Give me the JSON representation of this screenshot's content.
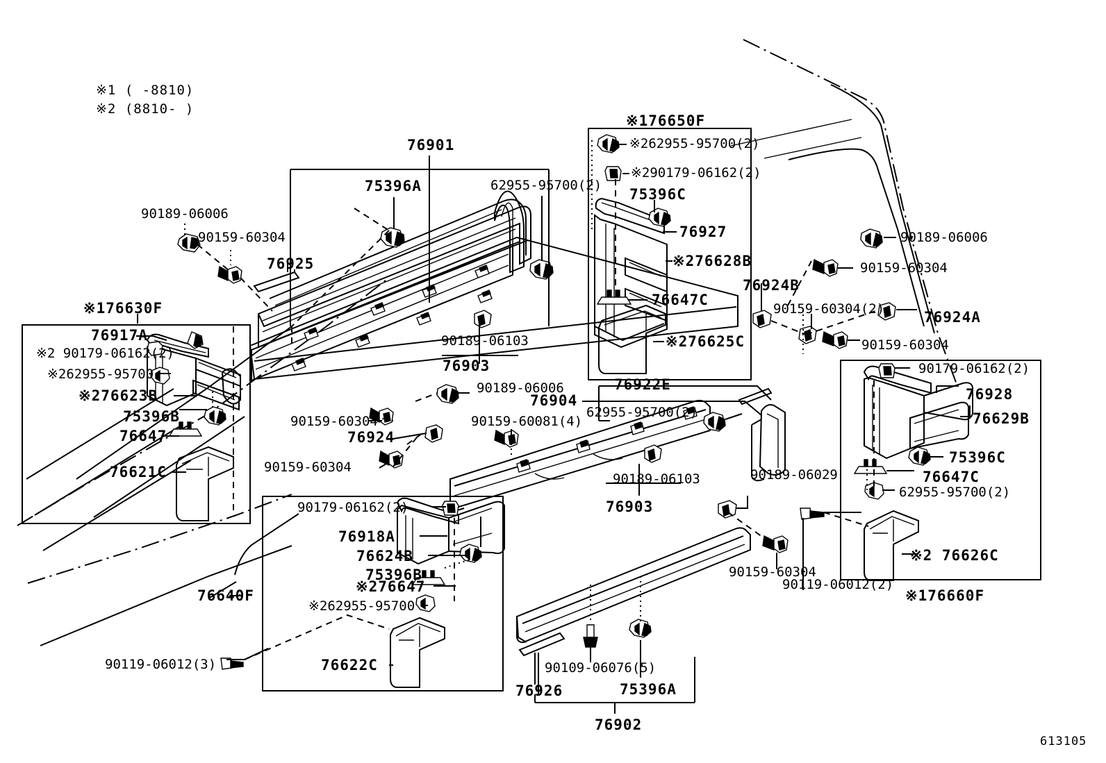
{
  "diagram": {
    "doc_id": "613105",
    "notes": [
      {
        "marker": "※1",
        "text": "(    -8810)"
      },
      {
        "marker": "※2",
        "text": "(8810-     )"
      }
    ]
  },
  "labels": {
    "n90189_06006_a": "90189-06006",
    "n90159_60304_a": "90159-60304",
    "p76925": "76925",
    "p76901": "76901",
    "p75396A_top": "75396A",
    "n62955_95700_2_top": "62955-95700(2)",
    "n90189_06103_top": "90189-06103",
    "p76903_top": "76903",
    "grp76650F": "※176650F",
    "n262955_95700_2": "※262955-95700(2)",
    "n290179_06162_2": "※290179-06162(2)",
    "p75396C_650": "75396C",
    "p76927": "76927",
    "p276628B": "※276628B",
    "p76647C_650": "76647C",
    "p276625C": "※276625C",
    "p76922E": "76922E",
    "grp76630F": "※176630F",
    "p76917A": "76917A",
    "n2_90179_06162_2": "※2 90179-06162(2)",
    "n262955_95700_630": "※262955-95700",
    "p276623B": "※276623B",
    "p75396B_630": "75396B",
    "p76647_630": "76647",
    "p76621C": "76621C",
    "grp76640F": "76640F",
    "n90119_06012_3": "90119-06012(3)",
    "n90189_06006_b": "90189-06006",
    "n90159_60304_b": "90159-60304",
    "p76924": "76924",
    "n90159_60304_c": "90159-60304",
    "n90159_60081_4": "90159-60081(4)",
    "p76904": "76904",
    "n62955_95700_2_mid": "62955-95700(2)",
    "n90189_06103_mid": "90189-06103",
    "p76903_mid": "76903",
    "box640_90179_06162_2": "90179-06162(2)",
    "p76918A": "76918A",
    "p76624B": "76624B",
    "p75396B_640": "75396B",
    "p276647": "※276647",
    "n262955_95700_640": "※262955-95700",
    "p76622C": "76622C",
    "n90189_06006_r": "90189-06006",
    "n90159_60304_r1": "90159-60304",
    "p76924B": "76924B",
    "n90159_60304_2_r": "90159-60304(2)",
    "p76924A": "76924A",
    "n90159_60304_r2": "90159-60304",
    "box660_90179_06162_2": "90179-06162(2)",
    "p76928": "76928",
    "p76629B": "76629B",
    "p75396C_660": "75396C",
    "p76647C_660": "76647C",
    "n62955_95700_2_660": "62955-95700(2)",
    "p2_76626C": "※2 76626C",
    "grp76660F": "※176660F",
    "n90119_06012_2": "90119-06012(2)",
    "n90189_06029": "90189-06029",
    "n90159_60304_bot": "90159-60304",
    "n90109_06076_5": "90109-06076(5)",
    "p76926": "76926",
    "p75396A_bot": "75396A",
    "p76902": "76902"
  }
}
